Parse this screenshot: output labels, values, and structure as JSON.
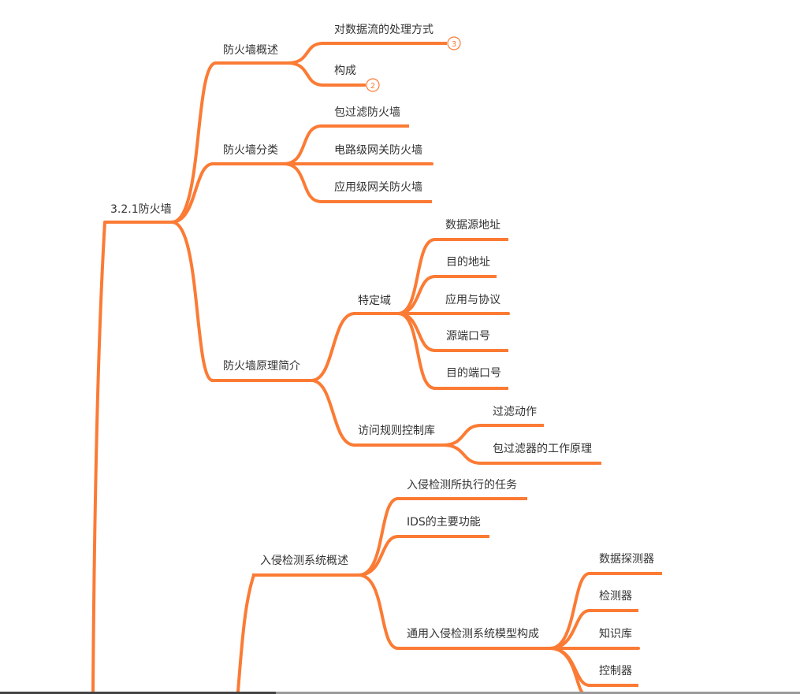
{
  "colors": {
    "branch": "#fb7b35",
    "text": "#333333",
    "background": "#ffffff"
  },
  "mindmap": {
    "root": "3.2.1防火墙",
    "branches": [
      {
        "label": "防火墙概述",
        "children": [
          {
            "label": "对数据流的处理方式",
            "collapsed_count": "3"
          },
          {
            "label": "构成",
            "collapsed_count": "2"
          }
        ]
      },
      {
        "label": "防火墙分类",
        "children": [
          {
            "label": "包过滤防火墙"
          },
          {
            "label": "电路级网关防火墙"
          },
          {
            "label": "应用级网关防火墙"
          }
        ]
      },
      {
        "label": "防火墙原理简介",
        "children": [
          {
            "label": "特定域",
            "children": [
              {
                "label": "数据源地址"
              },
              {
                "label": "目的地址"
              },
              {
                "label": "应用与协议"
              },
              {
                "label": "源端口号"
              },
              {
                "label": "目的端口号"
              }
            ]
          },
          {
            "label": "访问规则控制库",
            "children": [
              {
                "label": "过滤动作"
              },
              {
                "label": "包过滤器的工作原理"
              }
            ]
          }
        ]
      }
    ],
    "second_root": {
      "label": "入侵检测系统概述",
      "children": [
        {
          "label": "入侵检测所执行的任务"
        },
        {
          "label": "IDS的主要功能"
        },
        {
          "label": "通用入侵检测系统模型构成",
          "children": [
            {
              "label": "数据探测器"
            },
            {
              "label": "检测器"
            },
            {
              "label": "知识库"
            },
            {
              "label": "控制器"
            }
          ]
        }
      ]
    }
  }
}
